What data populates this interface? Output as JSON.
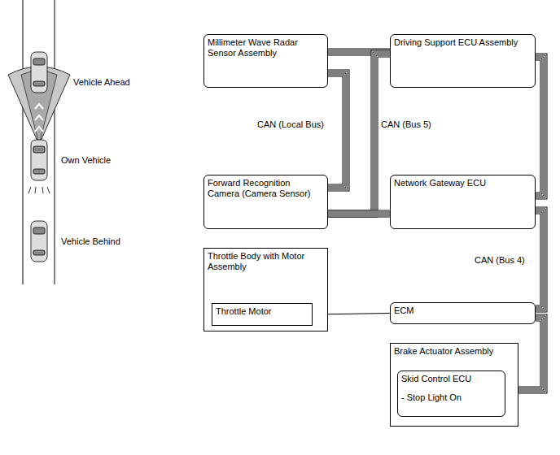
{
  "diagram": {
    "nodes": [
      {
        "text": [
          "Millimeter Wave Radar Sensor Assembly"
        ]
      },
      {
        "text": [
          "Driving Support ECU Assembly"
        ]
      },
      {
        "text": [
          "Forward Recognition Camera (Camera Sensor)"
        ]
      },
      {
        "text": [
          "Network Gateway ECU"
        ]
      },
      {
        "text": [
          "Throttle Body with Motor Assembly"
        ]
      },
      {
        "text": [
          "Throttle Motor"
        ],
        "in": 4
      },
      {
        "text": [
          "ECM"
        ]
      },
      {
        "text": [
          "Brake Actuator Assembly"
        ]
      },
      {
        "text": [
          "Skid Control ECU",
          "- Stop Light On"
        ],
        "in": 7
      }
    ],
    "edges": [
      {
        "from": 0,
        "to": 1,
        "arrow": "none"
      },
      {
        "from": 0,
        "to": 2,
        "arrow": "none"
      },
      {
        "from": 1,
        "to": 2,
        "arrow": "none"
      },
      {
        "from": 2,
        "to": 3,
        "arrow": "none"
      },
      {
        "from": 1,
        "to": 3,
        "arrow": "none"
      },
      {
        "from": 3,
        "to": 6,
        "arrow": "none"
      },
      {
        "from": 6,
        "to": 8,
        "arrow": "none"
      },
      {
        "from": 6,
        "to": 5,
        "arrow": "to"
      }
    ],
    "labels": [
      "Vehicle Ahead",
      "Own Vehicle",
      "Vehicle Behind",
      "CAN (Local Bus)",
      "CAN (Bus 5)",
      "CAN (Bus 4)"
    ]
  }
}
